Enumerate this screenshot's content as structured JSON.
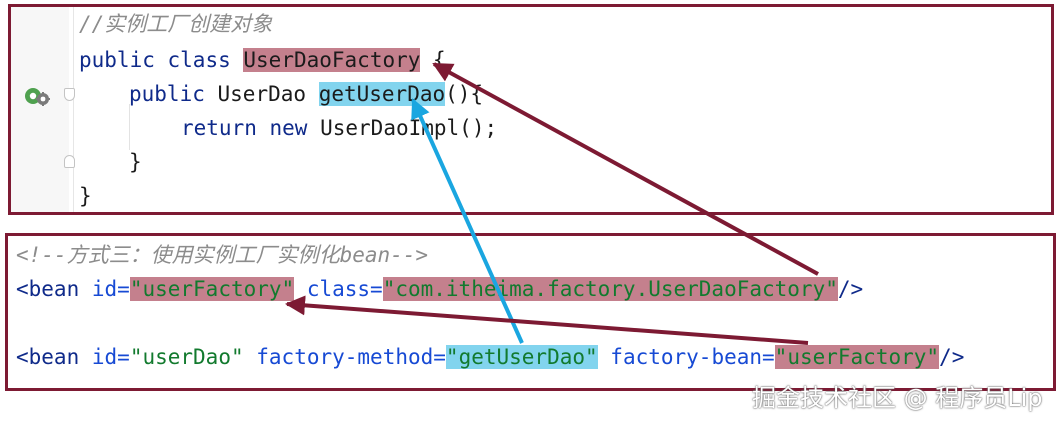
{
  "java": {
    "comment": "//实例工厂创建对象",
    "line1": {
      "kw_public": "public",
      "kw_class": "class",
      "class_name": "UserDaoFactory",
      "brace": " {"
    },
    "line2": {
      "kw_public": "public",
      "type": "UserDao",
      "method": "getUserDao",
      "rest": "(){"
    },
    "line3": {
      "kw_return": "return",
      "kw_new": "new",
      "rest": "UserDaoImpl();"
    },
    "line4": "}",
    "line5": "}"
  },
  "xml": {
    "comment": "<!--方式三：使用实例工厂实例化bean-->",
    "bean1": {
      "open": "<bean",
      "id_attr": "id=",
      "id_val": "\"userFactory\"",
      "class_attr": "class=",
      "class_val": "\"com.itheima.factory.UserDaoFactory\"",
      "close": "/>"
    },
    "bean2": {
      "open": "<bean",
      "id_attr": "id=",
      "id_val": "\"userDao\"",
      "fm_attr": "factory-method=",
      "fm_val": "\"getUserDao\"",
      "fb_attr": "factory-bean=",
      "fb_val": "\"userFactory\"",
      "close": "/>"
    }
  },
  "watermark": "掘金技术社区 @ 程序员Lip",
  "colors": {
    "frame": "#7d1a33",
    "highlight_red": "#c4808d",
    "highlight_blue": "#82d4ee",
    "arrow_red": "#7d1a33",
    "arrow_blue": "#1aa6e0"
  }
}
